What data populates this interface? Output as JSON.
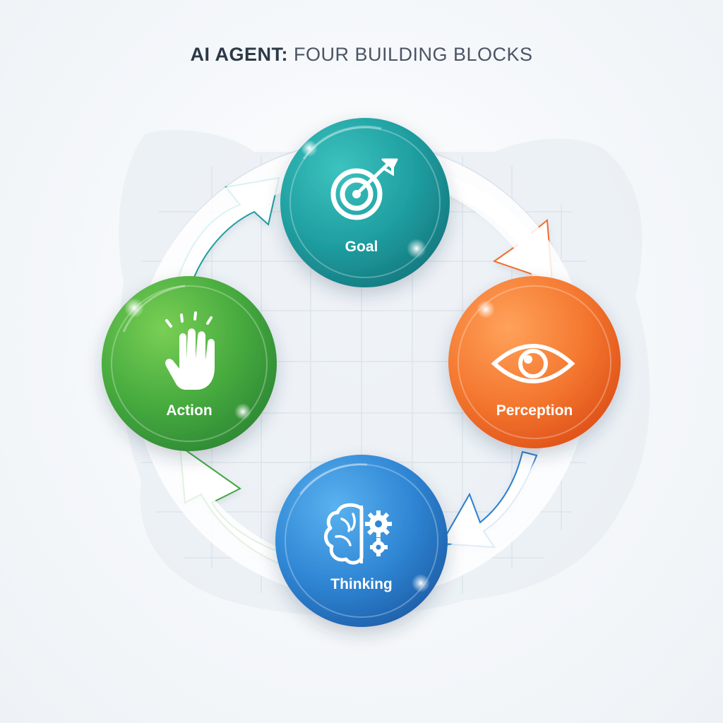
{
  "title": {
    "strong": "AI AGENT:",
    "light": "FOUR BUILDING BLOCKS"
  },
  "nodes": [
    {
      "id": "goal",
      "label": "Goal",
      "icon": "target-icon",
      "color": "#1f9ea0"
    },
    {
      "id": "perception",
      "label": "Perception",
      "icon": "eye-icon",
      "color": "#f26d2b"
    },
    {
      "id": "thinking",
      "label": "Thinking",
      "icon": "brain-gears-icon",
      "color": "#2a7fcf"
    },
    {
      "id": "action",
      "label": "Action",
      "icon": "hand-icon",
      "color": "#43a83e"
    }
  ],
  "colors": {
    "teal": "#1f9ea0",
    "orange": "#f26d2b",
    "blue": "#2a7fcf",
    "green": "#43a83e",
    "title": "#3a4654"
  }
}
